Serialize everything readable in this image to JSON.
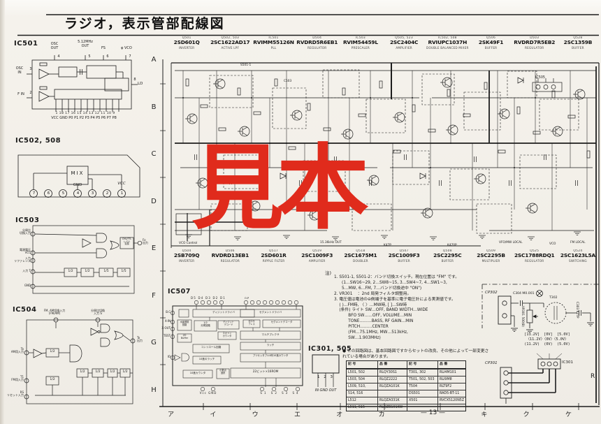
{
  "page": {
    "title": "ラジオ，表示管部配線図",
    "watermark": "見本",
    "section_r": "R"
  },
  "grid_rows": [
    "A",
    "B",
    "C",
    "D",
    "E",
    "F",
    "G",
    "H"
  ],
  "footer_scale": [
    "ア",
    "イ",
    "ウ",
    "エ",
    "オ",
    "カ",
    "— 13 —",
    "キ",
    "ク",
    "ケ"
  ],
  "top_components": [
    {
      "ref": "Q501",
      "part": "2SD601Q",
      "role": "INVERTER"
    },
    {
      "ref": "Q502, 503",
      "part": "2SC1622AD17",
      "role": "ACTIVE LPF"
    },
    {
      "ref": "IC501",
      "part": "RVIMM55126N",
      "role": "PLL"
    },
    {
      "ref": "D504",
      "part": "RVDRD5R6EB1",
      "role": "REGULATOR"
    },
    {
      "ref": "IC503",
      "part": "RVIM54459L",
      "role": "PRESCALER"
    },
    {
      "ref": "Q505, 523",
      "part": "2SC2404C",
      "role": "AMPLIFIER"
    },
    {
      "ref": "IC502, 508",
      "part": "RVIUPC1037H",
      "role": "DOUBLE BALANCED MIXER"
    },
    {
      "ref": "Q506",
      "part": "2SK49F1",
      "role": "BUFFER"
    },
    {
      "ref": "D503",
      "part": "RVDRD7R5EB2",
      "role": "REGULATOR"
    },
    {
      "ref": "Q528",
      "part": "2SC1359B",
      "role": "BUFFER"
    }
  ],
  "mid_components": [
    {
      "ref": "Q504",
      "part": "2SB709Q",
      "role": "INVERTER"
    },
    {
      "ref": "D506",
      "part": "RVDRD13EB1",
      "role": "REGULATOR"
    },
    {
      "ref": "Q517",
      "part": "2SD601R",
      "role": "RIPPLE FILTER"
    },
    {
      "ref": "Q519",
      "part": "2SC1009F3",
      "role": "AMPLIFIER"
    },
    {
      "ref": "Q518",
      "part": "2SC1675M1",
      "role": "DOUBLER"
    },
    {
      "ref": "Q507",
      "part": "2SC1009F3",
      "role": "BUFFER"
    },
    {
      "ref": "Q508",
      "part": "2SC2295C",
      "role": "BUFFER"
    },
    {
      "ref": "Q509",
      "part": "2SC2295B",
      "role": "MULTIPLIER"
    },
    {
      "ref": "Q525",
      "part": "2SC1788RDQ1",
      "role": "REGULATOR"
    },
    {
      "ref": "Q524",
      "part": "2SC1623L5A",
      "role": "SWITCHING"
    }
  ],
  "annotations": [
    "VCO Control",
    "15.36kHz OUT",
    "K47P",
    "K470P",
    "VFO/MW LOCAL",
    "VCO",
    "FM LOCAL",
    "IC505",
    "C503",
    "S501-1"
  ],
  "ic501": {
    "label": "IC501",
    "pins": {
      "osc_out": "OSC\nOUT",
      "osc_out_num": "4",
      "mhz": "5.12MHz\nOUT",
      "mhz_num": "5",
      "fs": "FS",
      "fs_num": "6",
      "vco": "φ VCO",
      "vco_num": "7",
      "osc_in": "OSC\nIN",
      "osc_in_num": "3",
      "f_in": "F IN",
      "f_in_num": "2",
      "ld": "LD",
      "ld_num": "8",
      "bottom_numbers": "1 18 17 16 15 14 13 12 11 10 9",
      "bottom_names": "VCC GND P0 P1 P2 P3 P4 P5 P6 P7 P8"
    }
  },
  "ic502": {
    "label": "IC502, 508",
    "mix": "MIX",
    "gnd": "GND",
    "vcc": "VCC",
    "pins": [
      "7",
      "6",
      "5",
      "4",
      "3",
      "2",
      "1"
    ]
  },
  "ic503": {
    "label": "IC503",
    "pin_labels": [
      "分周比\n切換入力",
      "電源電圧\nVCC",
      "入力\nリファレンス",
      "入力 T",
      "GND"
    ],
    "dividers": [
      "1/2",
      "1/2",
      "1/5",
      "1/5"
    ],
    "level_box": "CML/TTL\nレベル\n変換",
    "output": "Fo\n出力"
  },
  "ic504": {
    "label": "IC504",
    "top_labels": [
      "FM, AM切換入力\n(FM/AM)",
      "分周比切換\n入力 S"
    ],
    "left_labels": [
      "To\nAM用入力",
      "T1\nFM用入力",
      "RS\nリセット入力"
    ],
    "output": "To\n出力",
    "dividers": [
      "1/2",
      "1/2",
      "1/2",
      "1/2",
      "1/2",
      "1/2"
    ]
  },
  "ic507": {
    "label": "IC507",
    "top_pins_left": "D5 D4 D3 D2 D1",
    "top_pin_op": "O.P",
    "left_pins": [
      "B.C",
      "X-IN",
      "X-OUT",
      "TEST",
      "IO"
    ],
    "bottom_pins_left": "Vcc GND",
    "bottom_pins_right": "S1 S2 S3 S4",
    "blocks": {
      "digit_driver": "ディジットドライバ",
      "xtal": "水晶発振\n回路",
      "divider": "1/2\n分周回路",
      "digit_decode": "ディジット\nデコード",
      "scan_counter": "スキャン\nカウンタ",
      "io_buffer": "I/O\nBuffer",
      "control": "コントロール回路",
      "dec_latch": "10進のラッチ",
      "dec_counter": "10進カウンタ",
      "point_select": "小数点\n選択",
      "seg_driver": "セグメントドライバ",
      "zero_suppress": "ゼロサ\nプレス",
      "seg_decode": "セグメントデコーダ",
      "multiplexer": "マルチプレクサ",
      "latch": "ラッチ",
      "presettable": "プリセッタブル8桁10進カウンタ",
      "rom": "22ビット×16ROM"
    }
  },
  "ic301": {
    "label": "IC301, 505",
    "pin_numbers": "1  2  3",
    "pin_names": "IN GND OUT"
  },
  "notes": {
    "heading": "注)",
    "lines": [
      "1. S501-1, S501-2：バンド切換スイッチ。現在位置は \"FM\" です。",
      "      (1…SW16~29, 2…SW8~15, 3…SW4~7, 4…SW1~3,",
      "      5…MW, 6…FM, 7…バンド切換途中 \"ON\")",
      "2. VR301    ：2nd 局発フィルタ調整用。",
      "3. 電圧値は電池の⊖側端子を基準に電子電圧計による実測値です。",
      "    ( )…FM時, 〈 〉…MW時, [ ]…SW時",
      "    (条件) ライト SW…OFF, BAND WIDTH…WIDE",
      "           BFO SW……OFF, VOLUME…MIN",
      "           TONE………BASS, RF GAIN…MIN",
      "           PITCH………CENTER",
      "           (FM…75.1MHz, MW…513kHz,",
      "           SW…1.903MHz)"
    ],
    "bullet": [
      "● この回路図は、基本回路図ですからセットの改良、その他によって一部変更さ",
      "れている場合があります。"
    ]
  },
  "parts_table": {
    "headers": [
      "記  号",
      "品  番",
      "記  号",
      "品  番"
    ],
    "rows": [
      {
        "a": "L501, 502",
        "b": "RLQY30S1",
        "c": "T301, 302",
        "d": "RLI4M101"
      },
      {
        "a": "L503, 504",
        "b": "RLQZ2222",
        "c": "T501, 502, 503",
        "d": "RLI9M8"
      },
      {
        "a": "L509, 510,",
        "b": "RLQZA101K",
        "c": "T504",
        "d": "RLT9F2"
      },
      {
        "a": "514, 516",
        "b": "",
        "c": "DS501",
        "d": "RAD5-BT-11"
      },
      {
        "a": "L512",
        "b": "RLQZA331K",
        "c": "X501",
        "d": "RVCX5120N5Z"
      },
      {
        "a": "L511, 515",
        "b": "RLQZB101KW",
        "c": "",
        "d": ""
      }
    ]
  },
  "right_section": {
    "cp302": "CP302",
    "c304": "C304  M0.001",
    "vr301": "VR301 500(B)",
    "t302": "T302",
    "c303": "C303 K27P",
    "cp301": "CP301",
    "ic301": "IC301",
    "voltages": [
      "[11.2V]  [0V]  [5.0V]",
      "〈11.2V〉〈0V〉〈5.0V〉",
      "(11.2V)  (0V)  (5.0V)"
    ]
  }
}
